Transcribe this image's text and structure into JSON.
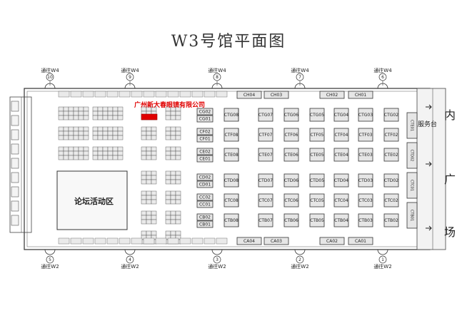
{
  "title": "W3号馆平面图",
  "exhibitor_highlight": "广州新大春眼镜有限公司",
  "forum_area": "论坛活动区",
  "service_desk": "服务台",
  "right_side_chars": [
    "内",
    "广",
    "场"
  ],
  "entrances_top": [
    {
      "label": "通往W4",
      "num": "10"
    },
    {
      "label": "通往W4",
      "num": "9"
    },
    {
      "label": "通往W4",
      "num": "8"
    },
    {
      "label": "通往W4",
      "num": "7"
    },
    {
      "label": "通往W4",
      "num": "6"
    }
  ],
  "entrances_bottom": [
    {
      "label": "通往W2",
      "num": "5"
    },
    {
      "label": "通往W2",
      "num": "4"
    },
    {
      "label": "通往W2",
      "num": "3"
    },
    {
      "label": "通往W2",
      "num": "2"
    },
    {
      "label": "通往W2",
      "num": "1"
    }
  ],
  "top_row_booths": [
    "CH04",
    "CH03",
    "CH02",
    "CH01"
  ],
  "bottom_row_booths": [
    "CA04",
    "CA03",
    "CA02",
    "CA01"
  ],
  "right_column_booths": [
    "CTE01",
    "CTD02",
    "CTC01",
    "CTB01"
  ],
  "cg_column": [
    "CG02",
    "CG01",
    "CF02",
    "CF01",
    "CE02",
    "CE01",
    "CD02",
    "CD01",
    "CC02",
    "CC01",
    "CB02",
    "CB01"
  ],
  "ct_rows": [
    [
      "CTG08",
      "CTG07",
      "CTG06",
      "CTG05",
      "CTG04",
      "CTG03",
      "CTG02"
    ],
    [
      "CTF08",
      "CTF07",
      "CTF06",
      "CTF05",
      "CTF04",
      "CTF03",
      "CTF02"
    ],
    [
      "CTE08",
      "CTE07",
      "CTE06",
      "CTE05",
      "CTE04",
      "CTE03",
      "CTE02"
    ],
    [
      "CTD08",
      "CTD07",
      "CTD06",
      "CTD05",
      "CTD04",
      "CTD03",
      "CTD02"
    ],
    [
      "CTC08",
      "CTC07",
      "CTC06",
      "CTC05",
      "CTC04",
      "CTC03",
      "CTC02"
    ],
    [
      "CTB08",
      "CTB07",
      "CTB06",
      "CTB05",
      "CTB04",
      "CTB03",
      "CTB02"
    ]
  ]
}
